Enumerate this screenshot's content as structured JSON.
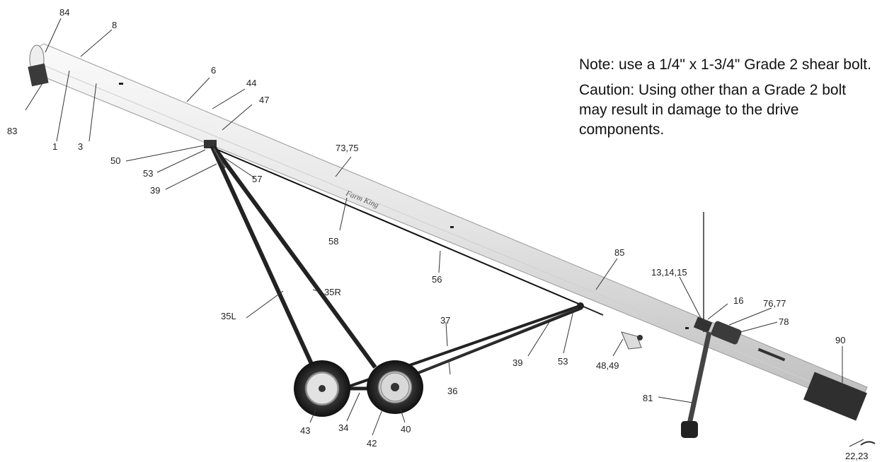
{
  "note": {
    "line1": "Note: use a 1/4\" x 1-3/4\" Grade 2 shear bolt.",
    "line2": "Caution: Using other than a Grade 2 bolt may result in damage to the drive components."
  },
  "tube_logo": "Farm King",
  "parts": [
    {
      "id": "84",
      "label": "84"
    },
    {
      "id": "8",
      "label": "8"
    },
    {
      "id": "83",
      "label": "83"
    },
    {
      "id": "1",
      "label": "1"
    },
    {
      "id": "3",
      "label": "3"
    },
    {
      "id": "6",
      "label": "6"
    },
    {
      "id": "44",
      "label": "44"
    },
    {
      "id": "47",
      "label": "47"
    },
    {
      "id": "50",
      "label": "50"
    },
    {
      "id": "53a",
      "label": "53"
    },
    {
      "id": "39a",
      "label": "39"
    },
    {
      "id": "57",
      "label": "57"
    },
    {
      "id": "73_75",
      "label": "73,75"
    },
    {
      "id": "58",
      "label": "58"
    },
    {
      "id": "56",
      "label": "56"
    },
    {
      "id": "35R",
      "label": "35R"
    },
    {
      "id": "35L",
      "label": "35L"
    },
    {
      "id": "37",
      "label": "37"
    },
    {
      "id": "36",
      "label": "36"
    },
    {
      "id": "39b",
      "label": "39"
    },
    {
      "id": "53b",
      "label": "53"
    },
    {
      "id": "85",
      "label": "85"
    },
    {
      "id": "13_14_15",
      "label": "13,14,15"
    },
    {
      "id": "16",
      "label": "16"
    },
    {
      "id": "76_77",
      "label": "76,77"
    },
    {
      "id": "78",
      "label": "78"
    },
    {
      "id": "90",
      "label": "90"
    },
    {
      "id": "48_49",
      "label": "48,49"
    },
    {
      "id": "81",
      "label": "81"
    },
    {
      "id": "22_23",
      "label": "22,23"
    },
    {
      "id": "43",
      "label": "43"
    },
    {
      "id": "34",
      "label": "34"
    },
    {
      "id": "42",
      "label": "42"
    },
    {
      "id": "40",
      "label": "40"
    }
  ]
}
